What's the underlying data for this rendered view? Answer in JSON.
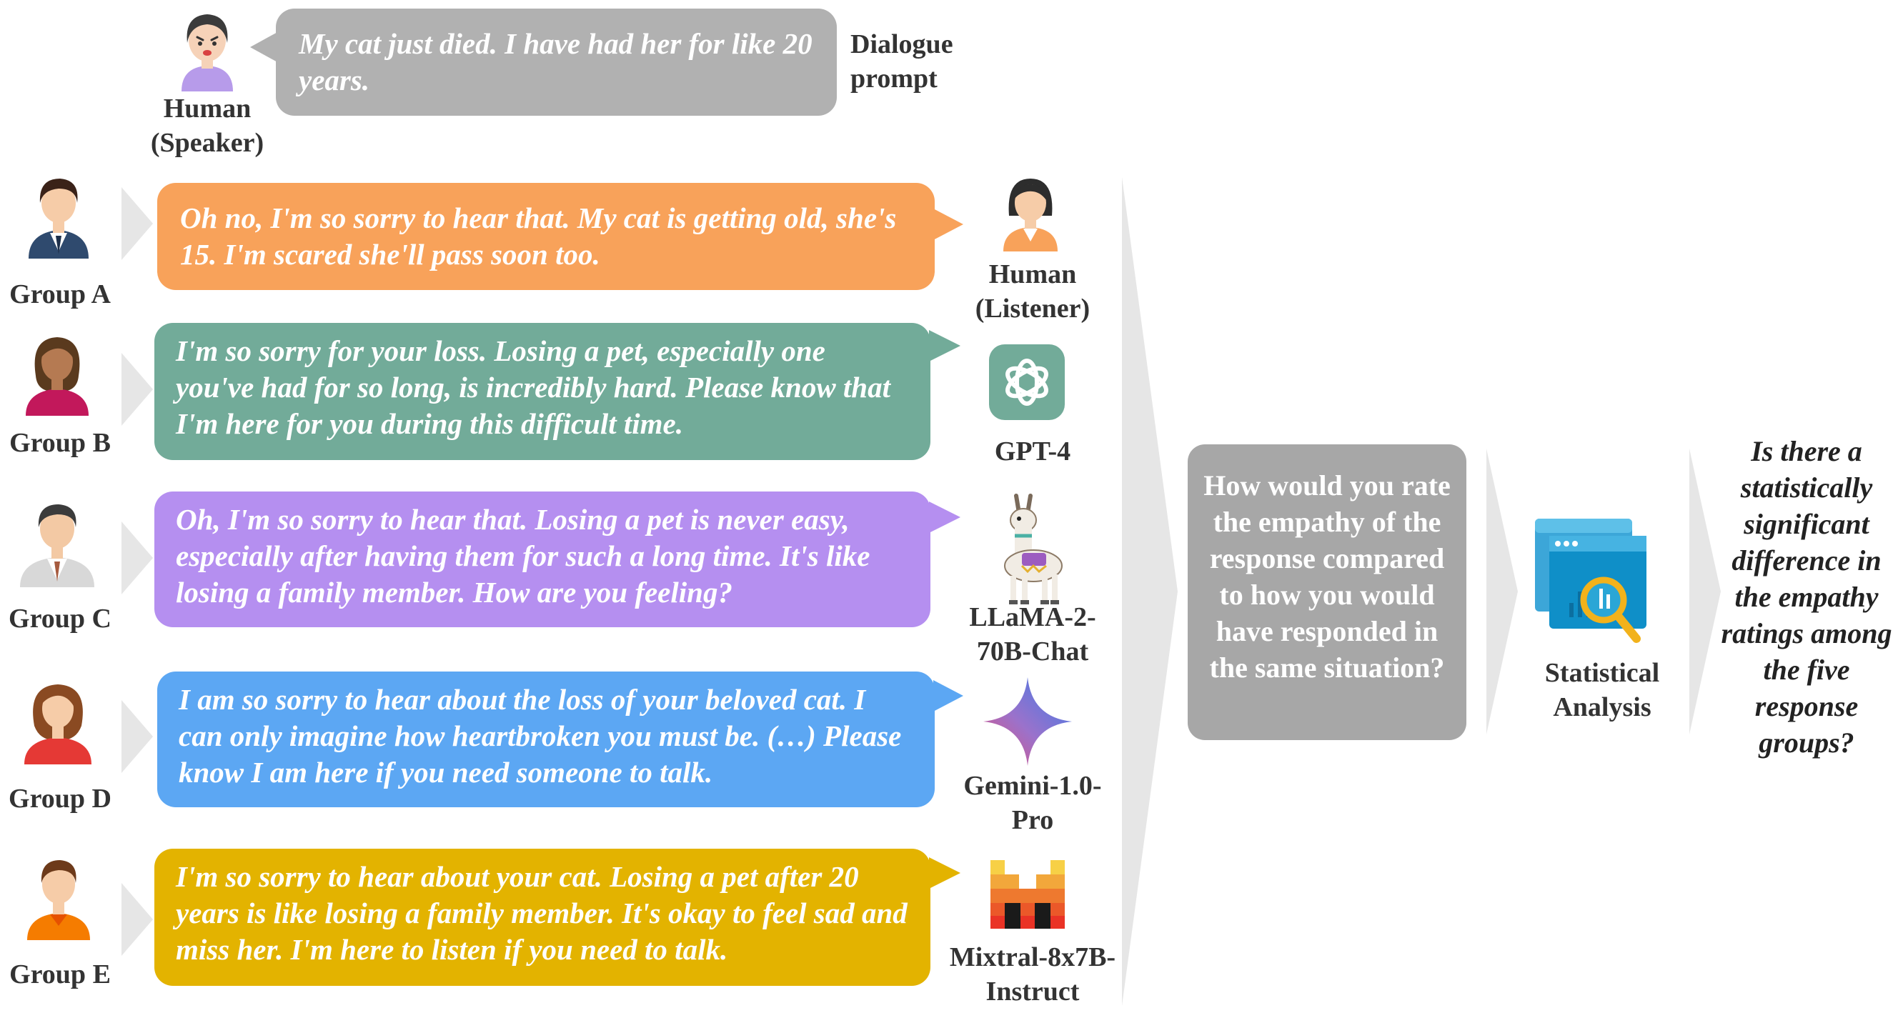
{
  "speaker": {
    "label_line1": "Human",
    "label_line2": "(Speaker)",
    "prompt_text": "My cat just died. I have had her for like 20 years.",
    "prompt_label_line1": "Dialogue",
    "prompt_label_line2": "prompt",
    "bubble_color": "#b1b1b1"
  },
  "groups": [
    {
      "label": "Group A",
      "response": "Oh no, I'm so sorry to hear that. My cat is getting old, she's 15. I'm scared she'll pass soon too.",
      "responder_line1": "Human",
      "responder_line2": "(Listener)",
      "responder_icon": "human-listener-icon",
      "color": "#f8a25a"
    },
    {
      "label": "Group B",
      "response": "I'm so sorry for your loss. Losing a pet, especially one you've had for so long, is incredibly hard. Please know that I'm here for you during this difficult time.",
      "responder_line1": "GPT-4",
      "responder_line2": "",
      "responder_icon": "openai-logo-icon",
      "color": "#72ab99"
    },
    {
      "label": "Group C",
      "response": "Oh, I'm so sorry to hear that. Losing a pet is never easy, especially after having them for such a long time. It's like losing a family member. How are you feeling?",
      "responder_line1": "LLaMA-2-",
      "responder_line2": "70B-Chat",
      "responder_icon": "llama-icon",
      "color": "#b58ff0"
    },
    {
      "label": "Group D",
      "response": "I am so sorry to hear about the loss of your beloved cat. I can only imagine how heartbroken you must be. (…) Please know I am here if you need someone to talk.",
      "responder_line1": "Gemini-1.0-",
      "responder_line2": "Pro",
      "responder_icon": "gemini-sparkle-icon",
      "color": "#5ca7f3"
    },
    {
      "label": "Group E",
      "response": "I'm so sorry to hear about your cat. Losing a pet after 20 years is like losing a family member. It's okay to feel sad and miss her. I'm here to listen if you need to talk.",
      "responder_line1": "Mixtral-8x7B-",
      "responder_line2": "Instruct",
      "responder_icon": "mistral-logo-icon",
      "color": "#e3b300"
    }
  ],
  "rating_question": "How would you rate the empathy of the response compared to how you would have responded in the same situation?",
  "analysis_label_line1": "Statistical",
  "analysis_label_line2": "Analysis",
  "research_question": "Is there a statistically significant difference in the empathy ratings among the five response groups?"
}
